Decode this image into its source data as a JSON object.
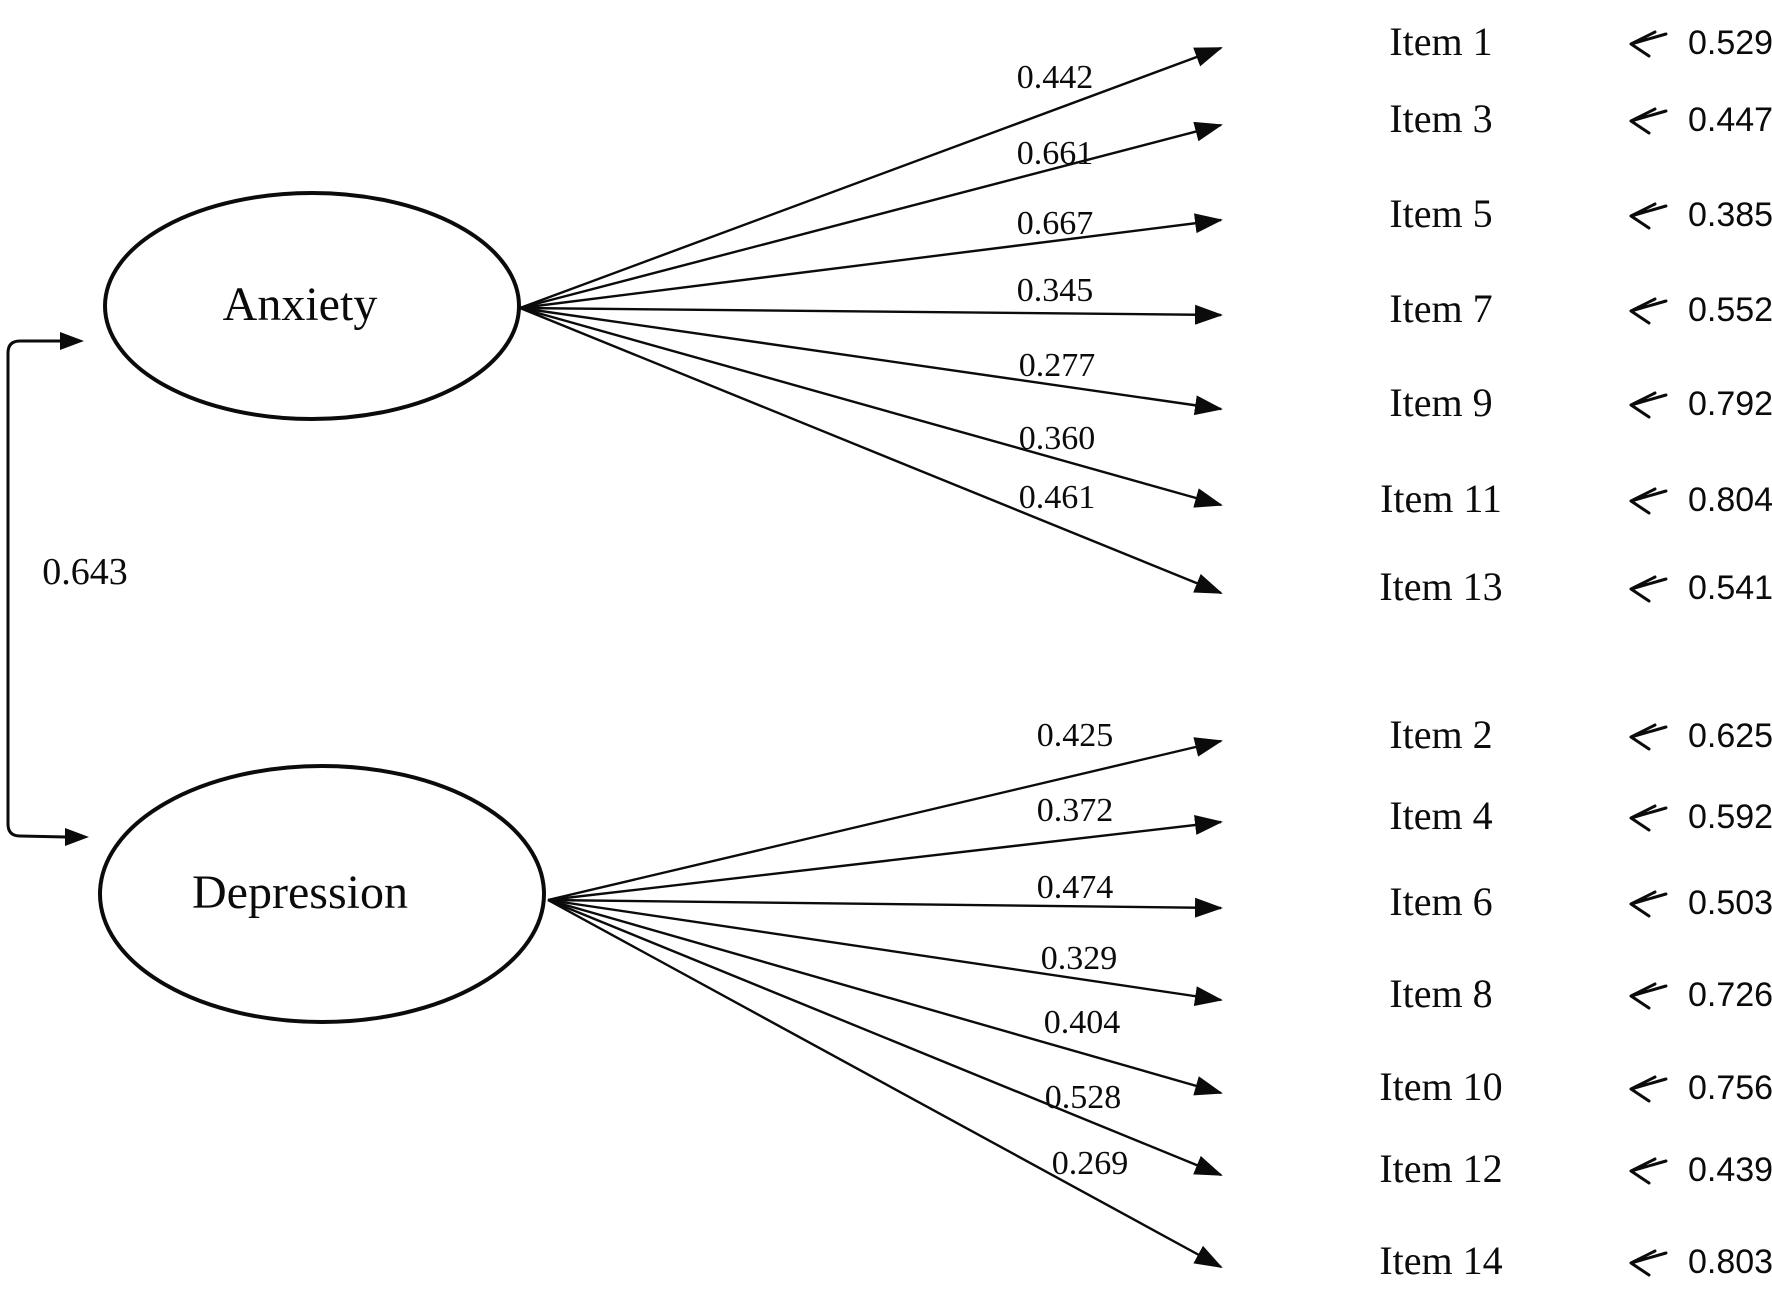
{
  "correlation": {
    "value": "0.643"
  },
  "factors": [
    {
      "label": "Anxiety",
      "items": [
        {
          "label": "Item 1",
          "loading": "0.442",
          "error": "0.529"
        },
        {
          "label": "Item 3",
          "loading": "0.661",
          "error": "0.447"
        },
        {
          "label": "Item 5",
          "loading": "0.667",
          "error": "0.385"
        },
        {
          "label": "Item 7",
          "loading": "0.345",
          "error": "0.552"
        },
        {
          "label": "Item 9",
          "loading": "0.277",
          "error": "0.792"
        },
        {
          "label": "Item 11",
          "loading": "0.360",
          "error": "0.804"
        },
        {
          "label": "Item 13",
          "loading": "0.461",
          "error": "0.541"
        }
      ]
    },
    {
      "label": "Depression",
      "items": [
        {
          "label": "Item 2",
          "loading": "0.425",
          "error": "0.625"
        },
        {
          "label": "Item 4",
          "loading": "0.372",
          "error": "0.592"
        },
        {
          "label": "Item 6",
          "loading": "0.474",
          "error": "0.503"
        },
        {
          "label": "Item 8",
          "loading": "0.329",
          "error": "0.726"
        },
        {
          "label": "Item 10",
          "loading": "0.404",
          "error": "0.756"
        },
        {
          "label": "Item 12",
          "loading": "0.528",
          "error": "0.439"
        },
        {
          "label": "Item 14",
          "loading": "0.269",
          "error": "0.803"
        }
      ]
    }
  ]
}
